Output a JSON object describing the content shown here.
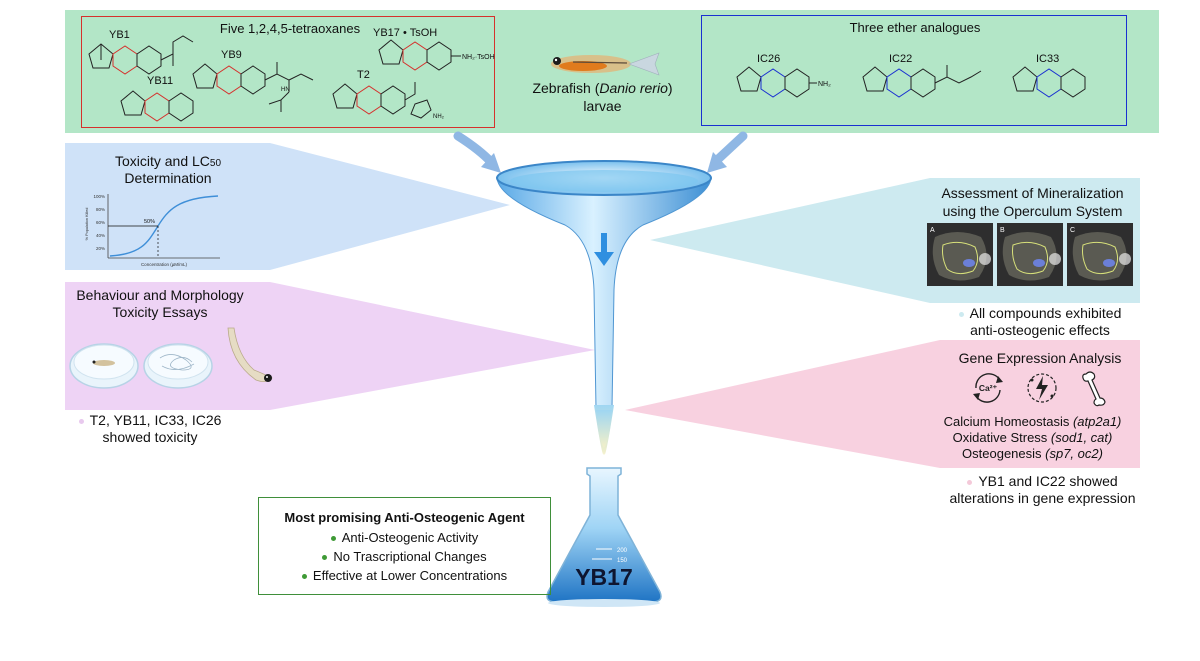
{
  "top": {
    "tetraoxanes_title": "Five 1,2,4,5-tetraoxanes",
    "compounds_left": {
      "yb1": "YB1",
      "yb9": "YB9",
      "yb11": "YB11",
      "yb17": "YB17",
      "yb17_salt": "TsOH",
      "t2": "T2",
      "nh_tsoh": "NH₂·TsOH",
      "nh2": "NH₂",
      "hn": "HN"
    },
    "zebrafish_line1_pre": "Zebrafish (",
    "zebrafish_italic": "Danio rerio",
    "zebrafish_line1_post": ")",
    "zebrafish_line2": "larvae",
    "ether_title": "Three ether analogues",
    "compounds_right": {
      "ic26": "IC26",
      "ic22": "IC22",
      "ic33": "IC33",
      "nh2": "NH₂"
    }
  },
  "left_panels": {
    "toxicity": {
      "title_line1": "Toxicity and LC",
      "title_sub": "50",
      "title_line2": "Determination",
      "chart_ylabel": "% Population Killed",
      "chart_xlabel": "Concentration (µM/mL)",
      "chart_marker": "50%",
      "chart_ticks": [
        "100%",
        "80%",
        "60%",
        "40%",
        "20%"
      ]
    },
    "behaviour": {
      "title_line1": "Behaviour and Morphology",
      "title_line2": "Toxicity Essays",
      "result_line1": "T2, YB11, IC33, IC26",
      "result_line2": "showed toxicity"
    }
  },
  "right_panels": {
    "mineralization": {
      "title_line1": "Assessment of Mineralization",
      "title_line2": "using the Operculum System",
      "photo_labels": [
        "A",
        "B",
        "C"
      ],
      "result_line1": "All compounds exhibited",
      "result_line2": "anti-osteogenic effects"
    },
    "gene": {
      "title": "Gene Expression Analysis",
      "ca_icon_text": "Ca²⁺",
      "line1_plain": "Calcium Homeostasis ",
      "line1_italic": "(atp2a1)",
      "line2_plain": "Oxidative Stress ",
      "line2_italic": "(sod1, cat)",
      "line3_plain": "Osteogenesis ",
      "line3_italic": "(sp7, oc2)",
      "result_line1": "YB1 and IC22 showed",
      "result_line2": "alterations in gene expression"
    }
  },
  "result_box": {
    "title": "Most promising Anti-Osteogenic Agent",
    "items": [
      "Anti-Osteogenic Activity",
      "No Trascriptional Changes",
      "Effective at Lower Concentrations"
    ]
  },
  "flask": {
    "label": "YB17",
    "grad1": "200",
    "grad2": "150"
  },
  "colors": {
    "green_bg": "#b3e6c7",
    "blue_panel": "#cfe2f8",
    "pink_panel": "#eed3f5",
    "cyan_panel": "#cdeaf0",
    "rose_panel": "#f8d1e0",
    "red_box": "#d6302c",
    "blue_box": "#1a2fd1",
    "result_box": "#3f8f3a",
    "bullet_green": "#3f9a36"
  }
}
